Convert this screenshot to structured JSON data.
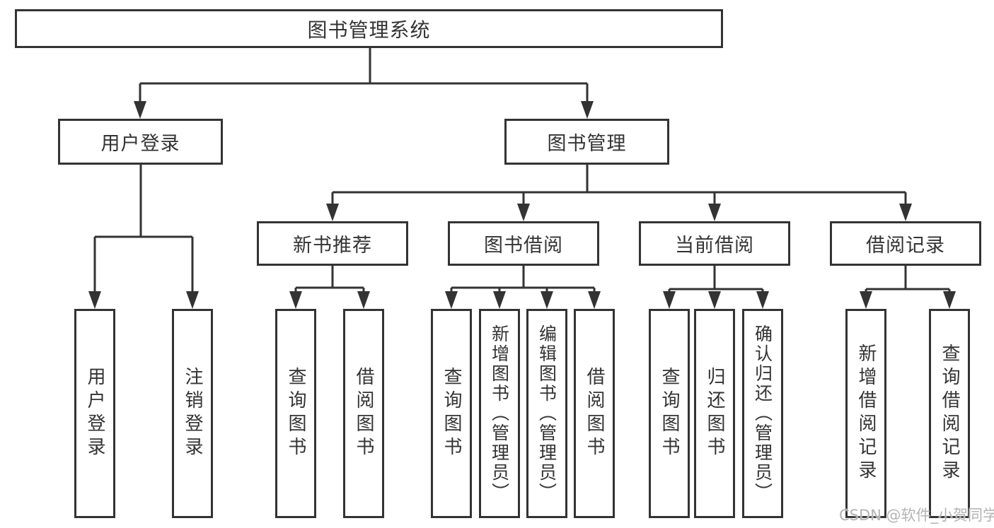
{
  "diagram": {
    "type": "tree",
    "root": "图书管理系统",
    "level2": [
      "用户登录",
      "图书管理"
    ],
    "level3": [
      "新书推荐",
      "图书借阅",
      "当前借阅",
      "借阅记录"
    ],
    "leaves": [
      "用户登录",
      "注销登录",
      "查询图书",
      "借阅图书",
      "查询图书",
      "新增图书（管理员）",
      "编辑图书（管理员）",
      "借阅图书",
      "查询图书",
      "归还图书",
      "确认归还（管理员）",
      "新增借阅记录",
      "查询借阅记录"
    ],
    "hierarchy": {
      "图书管理系统": [
        "用户登录",
        "图书管理"
      ],
      "用户登录": [
        "用户登录",
        "注销登录"
      ],
      "图书管理": [
        "新书推荐",
        "图书借阅",
        "当前借阅",
        "借阅记录"
      ],
      "新书推荐": [
        "查询图书",
        "借阅图书"
      ],
      "图书借阅": [
        "查询图书",
        "新增图书（管理员）",
        "编辑图书（管理员）",
        "借阅图书"
      ],
      "当前借阅": [
        "查询图书",
        "归还图书",
        "确认归还（管理员）"
      ],
      "借阅记录": [
        "新增借阅记录",
        "查询借阅记录"
      ]
    }
  },
  "watermark": "CSDN @软件_小贺同学",
  "colors": {
    "line": "#333333",
    "text": "#333333",
    "background": "#ffffff",
    "watermark": "#b3b3b3"
  }
}
